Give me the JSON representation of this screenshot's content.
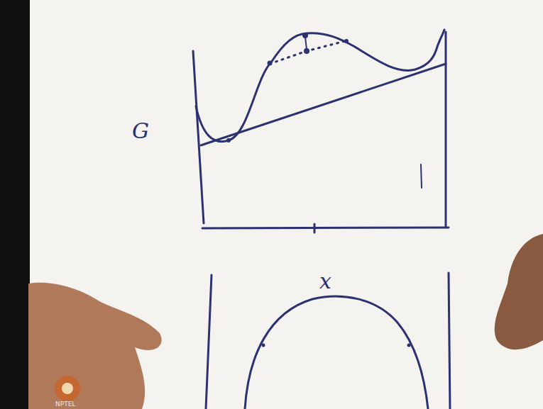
{
  "diagram": {
    "labels": [
      "G",
      "x",
      "NPTEL"
    ]
  }
}
